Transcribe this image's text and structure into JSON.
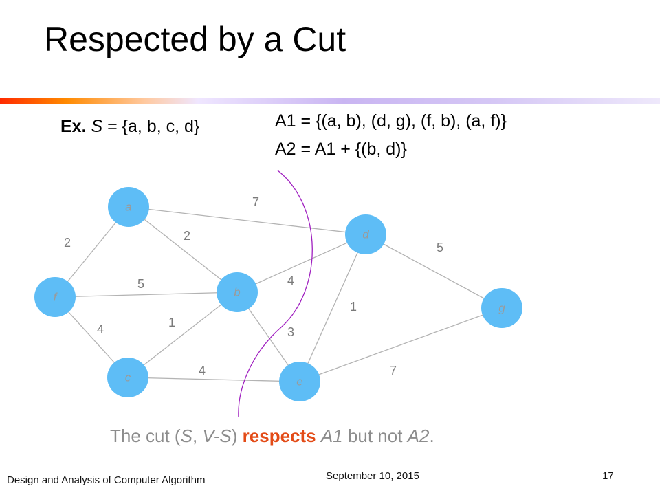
{
  "title": "Respected by a Cut",
  "example": {
    "ex_label": "Ex.",
    "var_S": "S",
    "set_text": " = {a, b, c, d}"
  },
  "sets": {
    "a1_name": "A1",
    "a1_text": " = {(a, b), (d, g), (f, b), (a, f)}",
    "a2_name": "A2",
    "a2_text": " = A1 + {(b, d)}"
  },
  "graph": {
    "nodes": [
      "a",
      "b",
      "c",
      "d",
      "e",
      "f",
      "g"
    ],
    "edges": [
      {
        "from": "a",
        "to": "d",
        "weight": "7"
      },
      {
        "from": "a",
        "to": "f",
        "weight": "2"
      },
      {
        "from": "a",
        "to": "b",
        "weight": "2"
      },
      {
        "from": "f",
        "to": "b",
        "weight": "5"
      },
      {
        "from": "b",
        "to": "d",
        "weight": "4"
      },
      {
        "from": "d",
        "to": "g",
        "weight": "5"
      },
      {
        "from": "f",
        "to": "c",
        "weight": "4"
      },
      {
        "from": "c",
        "to": "b",
        "weight": "1"
      },
      {
        "from": "b",
        "to": "e",
        "weight": "3"
      },
      {
        "from": "d",
        "to": "e",
        "weight": "1"
      },
      {
        "from": "c",
        "to": "e",
        "weight": "4"
      },
      {
        "from": "e",
        "to": "g",
        "weight": "7"
      }
    ],
    "colors": {
      "node": "#5ebdf6",
      "edge": "#b3b3b3",
      "cut": "#a020c0"
    }
  },
  "caption": {
    "prefix": "The cut (",
    "S": "S",
    "comma": ", ",
    "VS": "V-S",
    "close": ") ",
    "respects": "respects",
    "space": " ",
    "A1": "A1",
    "but_not": " but not ",
    "A2": "A2",
    "period": "."
  },
  "footer": {
    "course": "Design and Analysis of Computer Algorithm",
    "date": "September 10, 2015",
    "page": "17"
  },
  "colors": {
    "accent": "#e34b17",
    "caption": "#8c8c8c"
  }
}
